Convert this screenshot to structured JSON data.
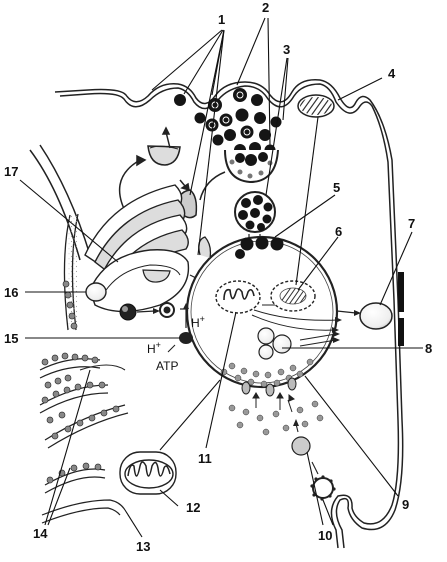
{
  "labels": {
    "l1": "1",
    "l2": "2",
    "l3": "3",
    "l4": "4",
    "l5": "5",
    "l6": "6",
    "l7": "7",
    "l8": "8",
    "l9": "9",
    "l10": "10",
    "l11": "11",
    "l12": "12",
    "l13": "13",
    "l14": "14",
    "l15": "15",
    "l16": "16",
    "l17": "17"
  },
  "chem": {
    "proton": "H",
    "proton_charge": "+",
    "atp": "ATP"
  },
  "colors": {
    "ink": "#222222",
    "vesicle_dark": "#1a1a1a",
    "vesicle_gray": "#8a8a8a",
    "membrane_gray": "#bdbdbd",
    "background": "#ffffff"
  }
}
